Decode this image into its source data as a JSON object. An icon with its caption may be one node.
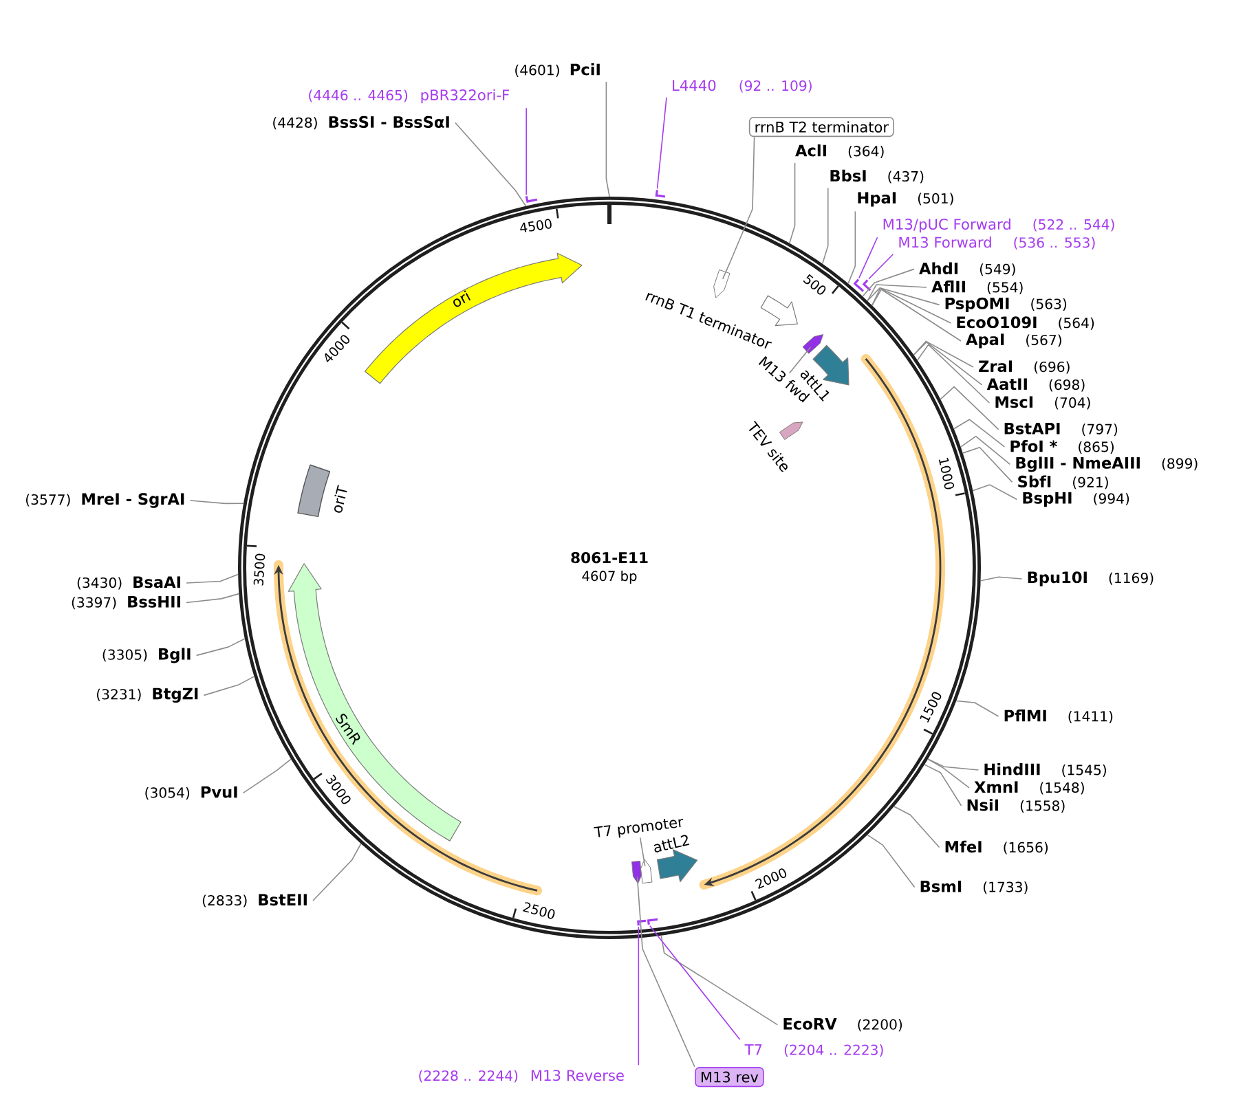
{
  "diagram": {
    "nodes": [
      {
        "text": [
          "8061-E11",
          "4607 bp"
        ]
      },
      {
        "text": [
          "ori"
        ],
        "in": 0
      },
      {
        "text": [
          "oriT"
        ],
        "in": 0
      },
      {
        "text": [
          "SmR"
        ],
        "in": 0
      },
      {
        "text": [
          "rrnB T1 terminator"
        ],
        "in": 0
      },
      {
        "text": [],
        "shape": "arrow",
        "in": 0
      },
      {
        "text": [],
        "shape": "arrow",
        "in": 0
      },
      {
        "text": [
          "attL1"
        ],
        "in": 0
      },
      {
        "text": [
          "TEV site"
        ],
        "in": 0
      },
      {
        "text": [],
        "shape": "arrow",
        "in": 0
      },
      {
        "text": [],
        "shape": "arrow",
        "in": 0
      },
      {
        "text": [
          "attL2"
        ],
        "in": 0
      },
      {
        "text": [
          "M13 fwd"
        ],
        "in": 0
      },
      {
        "text": [
          "T7 promoter"
        ],
        "in": 0
      },
      {
        "text": [],
        "shape": "bar"
      },
      {
        "text": [],
        "shape": "bar"
      },
      {
        "text": [],
        "shape": "bar"
      },
      {
        "text": [],
        "shape": "bar"
      },
      {
        "text": [],
        "shape": "bar",
        "in": 0
      },
      {
        "text": [],
        "shape": "bar",
        "in": 0
      },
      {
        "text": [
          "(4601)",
          "PciI"
        ]
      },
      {
        "text": [
          "L4440",
          "(92 .. 109)"
        ]
      },
      {
        "text": [
          "(4446 .. 4465)",
          "pBR322ori-F"
        ]
      },
      {
        "text": [
          "(4428)",
          "BssSI - BssSαI"
        ]
      },
      {
        "text": [
          "rrnB T2 terminator"
        ]
      },
      {
        "text": [
          "AclI",
          "(364)"
        ]
      },
      {
        "text": [
          "BbsI",
          "(437)"
        ]
      },
      {
        "text": [
          "HpaI",
          "(501)"
        ]
      },
      {
        "text": [
          "M13/pUC Forward",
          "(522 .. 544)"
        ]
      },
      {
        "text": [
          "M13 Forward",
          "(536 .. 553)"
        ]
      },
      {
        "text": [
          "AhdI",
          "(549)"
        ]
      },
      {
        "text": [
          "AflII",
          "(554)"
        ]
      },
      {
        "text": [
          "PspOMI",
          "(563)"
        ]
      },
      {
        "text": [
          "EcoO109I",
          "(564)"
        ]
      },
      {
        "text": [
          "ApaI",
          "(567)"
        ]
      },
      {
        "text": [
          "ZraI",
          "(696)"
        ]
      },
      {
        "text": [
          "AatII",
          "(698)"
        ]
      },
      {
        "text": [
          "MscI",
          "(704)"
        ]
      },
      {
        "text": [
          "BstAPI",
          "(797)"
        ]
      },
      {
        "text": [
          "PfoI *",
          "(865)"
        ]
      },
      {
        "text": [
          "BglII - NmeAIII",
          "(899)"
        ]
      },
      {
        "text": [
          "SbfI",
          "(921)"
        ]
      },
      {
        "text": [
          "BspHI",
          "(994)"
        ]
      },
      {
        "text": [
          "(3577)",
          "MreI - SgrAI"
        ]
      },
      {
        "text": [
          "Bpu10I",
          "(1169)"
        ]
      },
      {
        "text": [
          "(3430)",
          "BsaAI"
        ]
      },
      {
        "text": [
          "(3397)",
          "BssHII"
        ]
      },
      {
        "text": [
          "(3305)",
          "BglI"
        ]
      },
      {
        "text": [
          "(3231)",
          "BtgZI"
        ]
      },
      {
        "text": [
          "PflMI",
          "(1411)"
        ]
      },
      {
        "text": [
          "HindIII",
          "(1545)"
        ]
      },
      {
        "text": [
          "XmnI",
          "(1548)"
        ]
      },
      {
        "text": [
          "NsiI",
          "(1558)"
        ]
      },
      {
        "text": [
          "(3054)",
          "PvuI"
        ]
      },
      {
        "text": [
          "MfeI",
          "(1656)"
        ]
      },
      {
        "text": [
          "(2833)",
          "BstEII"
        ]
      },
      {
        "text": [
          "BsmI",
          "(1733)"
        ]
      },
      {
        "text": [
          "EcoRV",
          "(2200)"
        ]
      },
      {
        "text": [
          "T7",
          "(2204 .. 2223)"
        ]
      },
      {
        "text": [
          "(2228 .. 2244)",
          "M13 Reverse"
        ]
      },
      {
        "text": [
          "M13 rev"
        ]
      }
    ],
    "edges": [
      {
        "from": 20,
        "to": 0,
        "arrow": "none"
      },
      {
        "from": 23,
        "to": 0,
        "arrow": "none"
      },
      {
        "from": 25,
        "to": 0,
        "arrow": "none"
      },
      {
        "from": 26,
        "to": 0,
        "arrow": "none"
      },
      {
        "from": 27,
        "to": 0,
        "arrow": "none"
      },
      {
        "from": 30,
        "to": 0,
        "arrow": "none"
      },
      {
        "from": 31,
        "to": 0,
        "arrow": "none"
      },
      {
        "from": 32,
        "to": 0,
        "arrow": "none"
      },
      {
        "from": 33,
        "to": 0,
        "arrow": "none"
      },
      {
        "from": 34,
        "to": 0,
        "arrow": "none"
      },
      {
        "from": 35,
        "to": 0,
        "arrow": "none"
      },
      {
        "from": 36,
        "to": 0,
        "arrow": "none"
      },
      {
        "from": 37,
        "to": 0,
        "arrow": "none"
      },
      {
        "from": 38,
        "to": 0,
        "arrow": "none"
      },
      {
        "from": 39,
        "to": 0,
        "arrow": "none"
      },
      {
        "from": 40,
        "to": 0,
        "arrow": "none"
      },
      {
        "from": 41,
        "to": 0,
        "arrow": "none"
      },
      {
        "from": 42,
        "to": 0,
        "arrow": "none"
      },
      {
        "from": 43,
        "to": 0,
        "arrow": "none"
      },
      {
        "from": 44,
        "to": 0,
        "arrow": "none"
      },
      {
        "from": 45,
        "to": 0,
        "arrow": "none"
      },
      {
        "from": 46,
        "to": 0,
        "arrow": "none"
      },
      {
        "from": 47,
        "to": 0,
        "arrow": "none"
      },
      {
        "from": 48,
        "to": 0,
        "arrow": "none"
      },
      {
        "from": 49,
        "to": 0,
        "arrow": "none"
      },
      {
        "from": 50,
        "to": 0,
        "arrow": "none"
      },
      {
        "from": 51,
        "to": 0,
        "arrow": "none"
      },
      {
        "from": 52,
        "to": 0,
        "arrow": "none"
      },
      {
        "from": 53,
        "to": 0,
        "arrow": "none"
      },
      {
        "from": 54,
        "to": 0,
        "arrow": "none"
      },
      {
        "from": 55,
        "to": 0,
        "arrow": "none"
      },
      {
        "from": 56,
        "to": 0,
        "arrow": "none"
      },
      {
        "from": 57,
        "to": 0,
        "arrow": "none"
      },
      {
        "from": 21,
        "to": 15,
        "arrow": "none",
        "color": "#a53cf0"
      },
      {
        "from": 22,
        "to": 14,
        "arrow": "none",
        "color": "#a53cf0"
      },
      {
        "from": 28,
        "to": 16,
        "arrow": "none",
        "color": "#a53cf0"
      },
      {
        "from": 29,
        "to": 17,
        "arrow": "none",
        "color": "#a53cf0"
      },
      {
        "from": 58,
        "to": 19,
        "arrow": "none",
        "color": "#a53cf0"
      },
      {
        "from": 59,
        "to": 18,
        "arrow": "none",
        "color": "#a53cf0"
      },
      {
        "from": 24,
        "to": 5,
        "arrow": "none"
      },
      {
        "from": 12,
        "to": 6,
        "arrow": "none"
      },
      {
        "from": 13,
        "to": 10,
        "arrow": "none"
      },
      {
        "from": 60,
        "to": 9,
        "arrow": "none"
      }
    ],
    "labels": [
      "4500",
      "500",
      "4000",
      "1000",
      "3500",
      "1500",
      "3000",
      "2000",
      "2500"
    ]
  }
}
